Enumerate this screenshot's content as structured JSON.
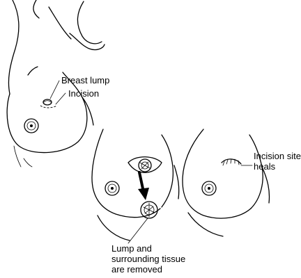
{
  "labels": {
    "breast_lump": "Breast lump",
    "incision": "Incision",
    "incision_site_heals_1": "Incision site",
    "incision_site_heals_2": "heals",
    "removed_1": "Lump and",
    "removed_2": "surrounding tissue",
    "removed_3": "are removed"
  },
  "stages": [
    "breast-with-lump-and-incision",
    "lump-removal",
    "healed-incision"
  ]
}
